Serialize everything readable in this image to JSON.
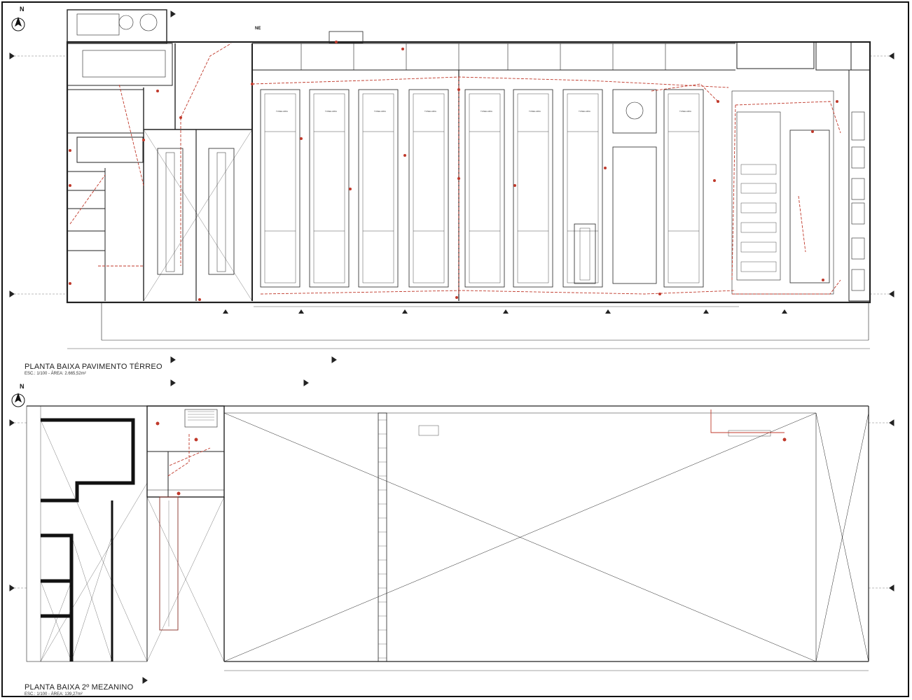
{
  "plan_top": {
    "title": "PLANTA BAIXA PAVIMENTO TÉRREO",
    "subtitle": "ESC.: 1/100 - ÁREA: 2.665,52m²",
    "north_label": "N",
    "bay_labels": [
      "TUNELARIA",
      "TUNELARIA",
      "TUNELARIA",
      "TUNELARIA",
      "TUNELARIA",
      "TUNELARIA",
      "TUNELARIA",
      "TUNELARIA"
    ],
    "ne_label": "NE"
  },
  "plan_bottom": {
    "title": "PLANTA BAIXA 2º MEZANINO",
    "subtitle": "ESC.: 1/100 - ÁREA: 139,27m²",
    "north_label": "N"
  },
  "colors": {
    "line": "#222222",
    "red": "#c0392b"
  }
}
